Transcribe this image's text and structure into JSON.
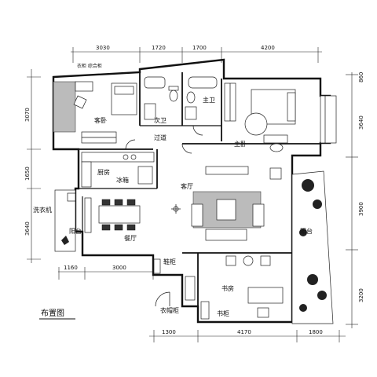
{
  "title": "布置图",
  "rooms": {
    "master_bedroom": "主卧",
    "bedroom_2": "客卧",
    "bath_1": "次卫",
    "bath_2": "主卫",
    "hallway": "过道",
    "kitchen": "厨房",
    "fridge": "冰箱",
    "living": "客厅",
    "dining": "餐厅",
    "balcony_left": "阳台",
    "balcony_right": "阳台",
    "study": "书房",
    "shoe_cabinet": "鞋柜",
    "bookcase": "书柜",
    "washer": "洗衣机",
    "entrance_cabinet": "衣帽柜",
    "top_note": "衣柜 综合柜"
  },
  "dims": {
    "top": [
      "3030",
      "1720",
      "1700",
      "4200"
    ],
    "left": [
      "3070",
      "1650",
      "3640"
    ],
    "right": [
      "3640",
      "3900",
      "3200"
    ],
    "bottom_mid": [
      "1160",
      "3000"
    ],
    "bottom": [
      "1300",
      "4170",
      "1800"
    ],
    "right_top": "860"
  }
}
